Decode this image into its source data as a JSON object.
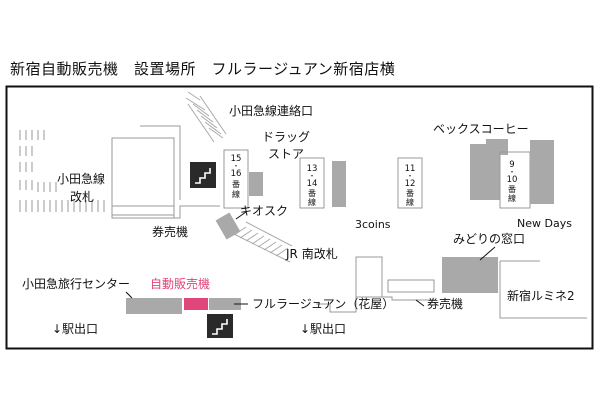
{
  "header": {
    "title": "新宿自動販売機　設置場所　フルラージュアン新宿店横"
  },
  "colors": {
    "frame": "#111111",
    "accent": "#e0457b",
    "block_gray": "#a9a9a9",
    "light_gray": "#d4d4d4"
  },
  "map": {
    "labels": {
      "odakyu_connection": "小田急線連絡口",
      "drugstore_1": "ドラッグ",
      "drugstore_2": "ストア",
      "becks_coffee": "ベックスコーヒー",
      "odakyu_line_1": "小田急線",
      "odakyu_line_2": "改札",
      "platform_15": "15",
      "platform_16": "16",
      "platform_bansen_a": "番",
      "platform_bansen_b": "線",
      "platform_13": "13",
      "platform_14": "14",
      "platform_11": "11",
      "platform_12": "12",
      "platform_9": "9",
      "platform_10": "10",
      "separator_dot": "・",
      "kiosk": "キオスク",
      "coins": "3coins",
      "new_days": "New Days",
      "ticket_machine_left": "券売機",
      "jr_south_gate": "JR 南改札",
      "midori_window": "みどりの窓口",
      "odakyu_travel_center": "小田急旅行センター",
      "vending_machine": "自動販売機",
      "furla": "フルラージュアン（花屋）",
      "ticket_machine_right": "券売機",
      "lumine2": "新宿ルミネ2",
      "exit_left": "↓駅出口",
      "exit_right": "↓駅出口"
    }
  }
}
